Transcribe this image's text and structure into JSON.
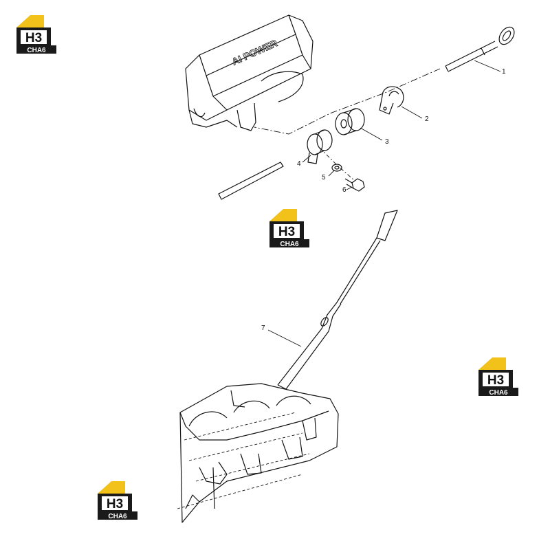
{
  "watermark": {
    "top_text": "H3",
    "bottom_text": "CHA6",
    "colors": {
      "roof": "#f2c21b",
      "frame": "#1a1a1a",
      "band": "#1a1a1a",
      "text": "#ffffff"
    }
  },
  "housing_label": "AI POWER",
  "callouts": [
    "1",
    "2",
    "3",
    "4",
    "5",
    "6",
    "7"
  ]
}
